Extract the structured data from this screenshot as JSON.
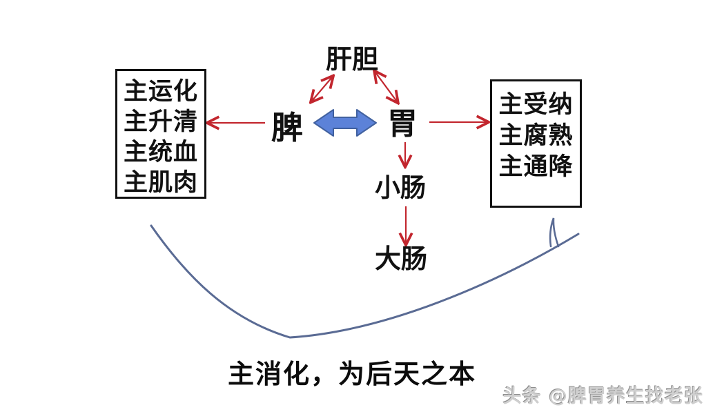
{
  "diagram": {
    "title_node": {
      "label": "肝胆"
    },
    "nodes": {
      "spleen": {
        "label": "脾"
      },
      "stomach": {
        "label": "胃"
      },
      "small_intestine": {
        "label": "小肠"
      },
      "large_intestine": {
        "label": "大肠"
      }
    },
    "left_box": {
      "lines": [
        "主运化",
        "主升清",
        "主统血",
        "主肌肉"
      ]
    },
    "right_box": {
      "lines": [
        "主受纳",
        "主腐熟",
        "主通降"
      ]
    },
    "edges": [
      {
        "from": "肝胆",
        "to": "脾",
        "style": "red double-headed arrow"
      },
      {
        "from": "肝胆",
        "to": "胃",
        "style": "red double-headed arrow"
      },
      {
        "from": "脾",
        "to": "left_box",
        "style": "red arrow"
      },
      {
        "from": "胃",
        "to": "right_box",
        "style": "red arrow"
      },
      {
        "from": "脾",
        "to": "胃",
        "style": "blue block double arrow"
      },
      {
        "from": "胃",
        "to": "小肠",
        "style": "red arrow"
      },
      {
        "from": "小肠",
        "to": "大肠",
        "style": "red arrow"
      },
      {
        "from": "left_box",
        "to": "right_box",
        "style": "blue hand-drawn curve with arrowhead"
      }
    ],
    "caption": "主消化，为后天之本",
    "watermark": "头条 @脾胃养生找老张",
    "colors": {
      "arrow_red": "#C2262E",
      "block_arrow_fill": "#5C82D8",
      "block_arrow_stroke": "#41619F",
      "curve_blue": "#5A6B94",
      "box_border": "#111111",
      "text": "#111111",
      "watermark_gray": "#9a9a9a",
      "background": "#ffffff"
    }
  }
}
